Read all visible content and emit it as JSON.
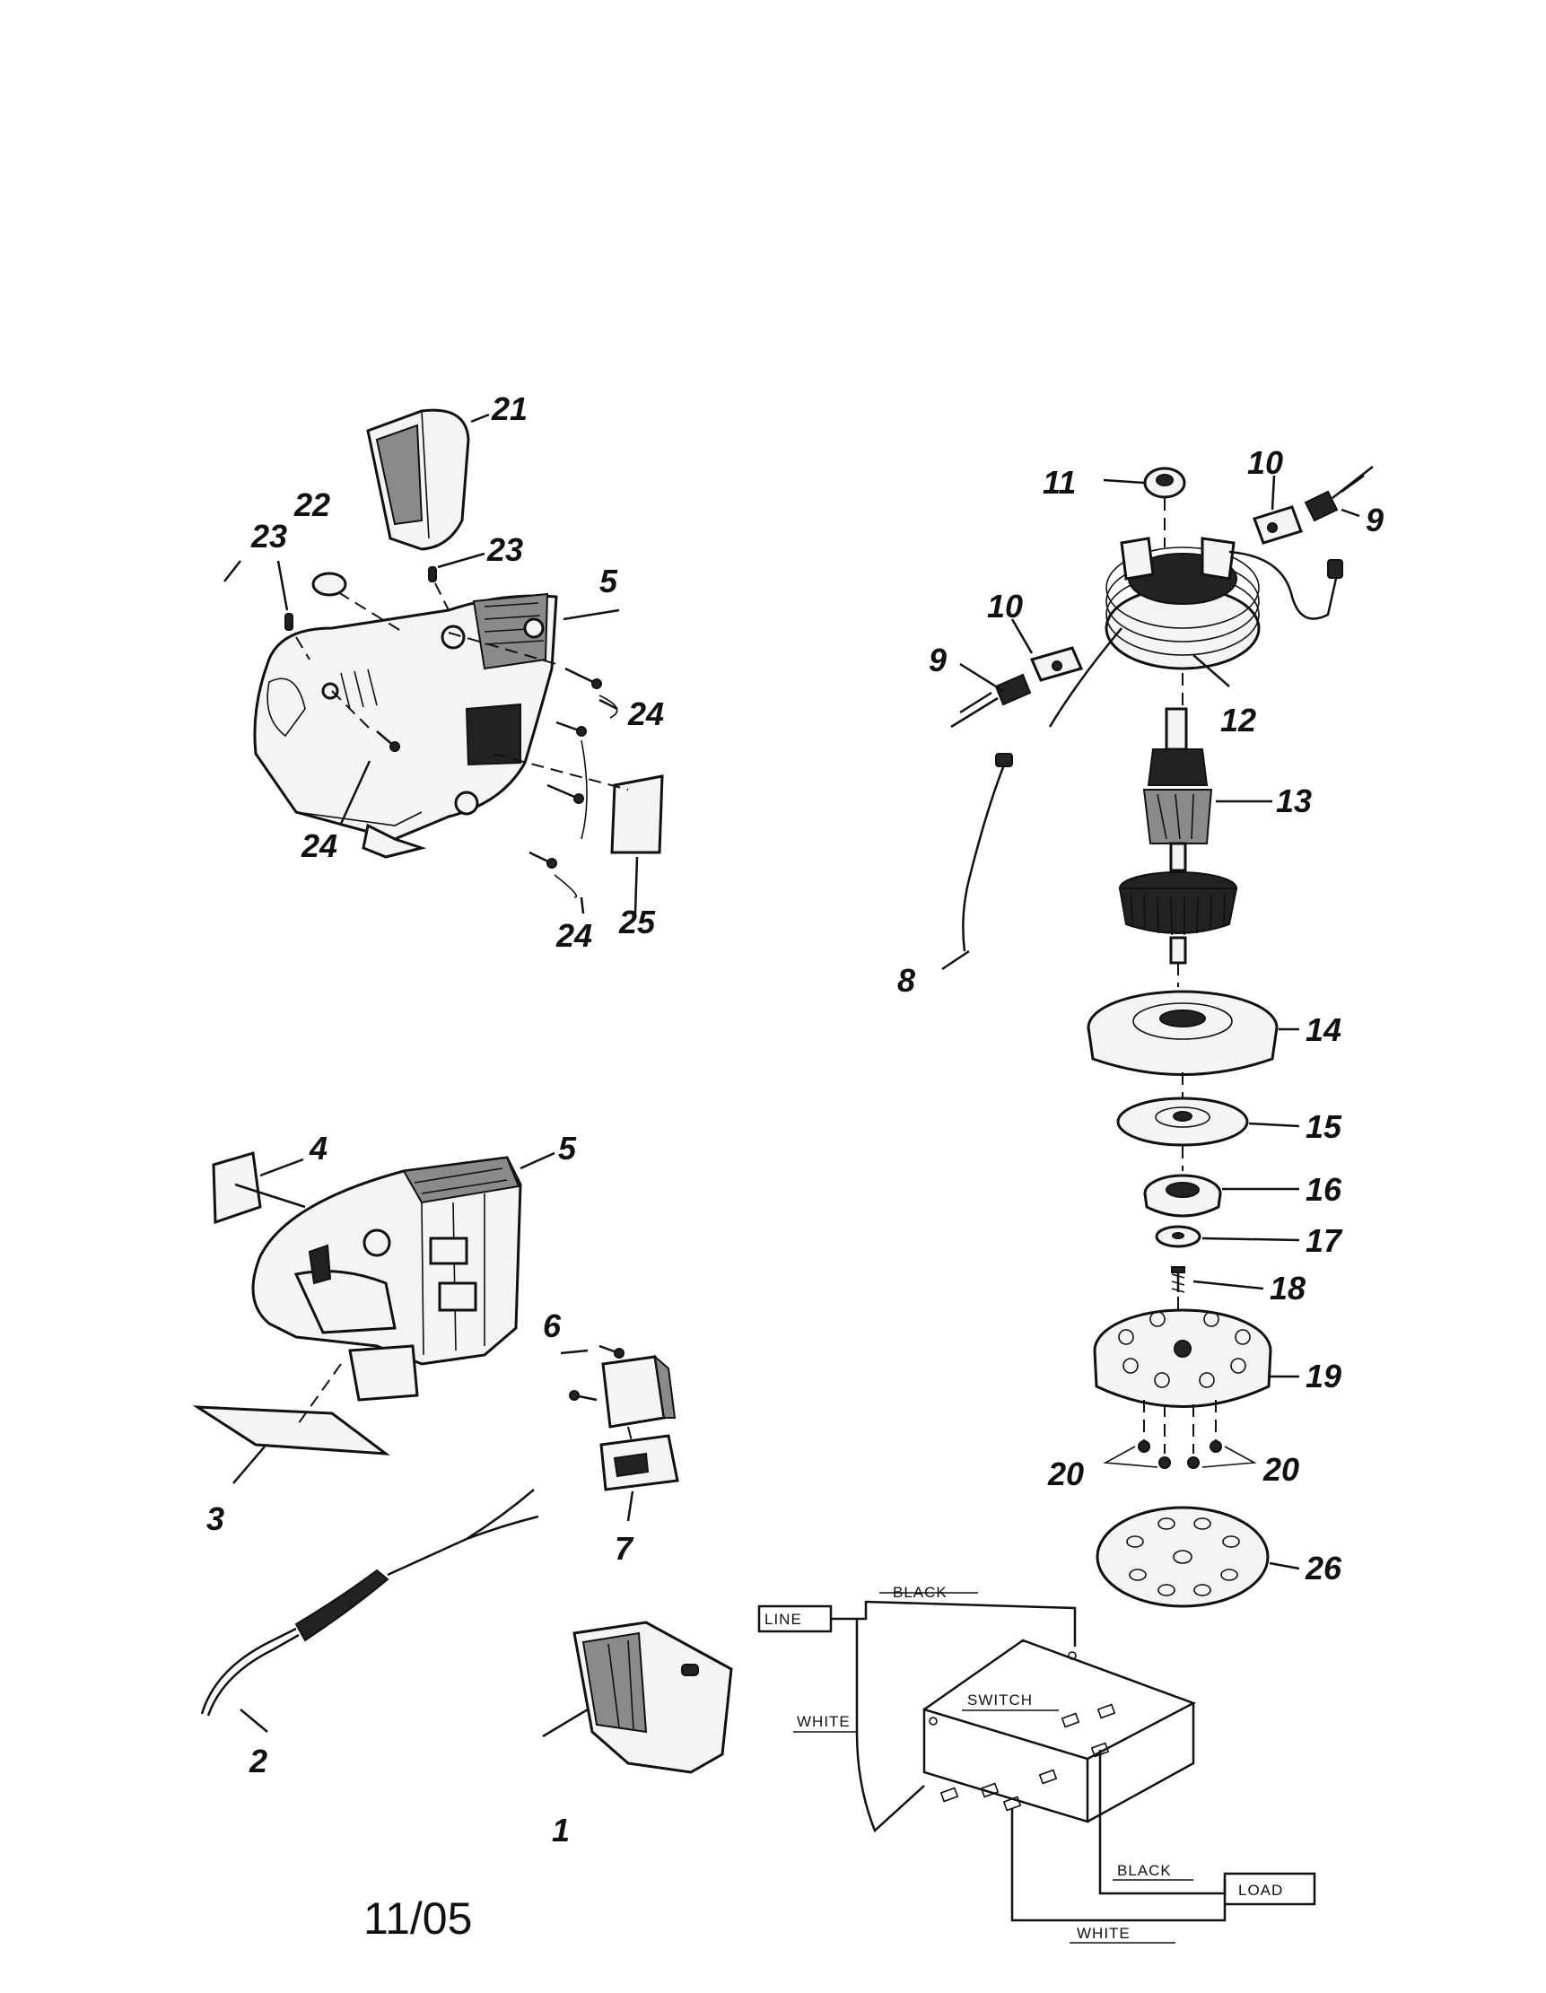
{
  "callouts": {
    "c1": "1",
    "c2": "2",
    "c3": "3",
    "c4": "4",
    "c5a": "5",
    "c5b": "5",
    "c6": "6",
    "c7": "7",
    "c8": "8",
    "c9a": "9",
    "c9b": "9",
    "c10a": "10",
    "c10b": "10",
    "c11": "11",
    "c12": "12",
    "c13": "13",
    "c14": "14",
    "c15": "15",
    "c16": "16",
    "c17": "17",
    "c18": "18",
    "c19": "19",
    "c20a": "20",
    "c20b": "20",
    "c21": "21",
    "c22": "22",
    "c23a": "23",
    "c23b": "23",
    "c24a": "24",
    "c24b": "24",
    "c24c": "24",
    "c25": "25",
    "c26": "26"
  },
  "wiring": {
    "line": "LINE",
    "black_top": "BLACK",
    "white_left": "WHITE",
    "switch": "SWITCH",
    "black_bottom": "BLACK",
    "load": "LOAD",
    "white_bottom": "WHITE"
  },
  "date_code": "11/05"
}
